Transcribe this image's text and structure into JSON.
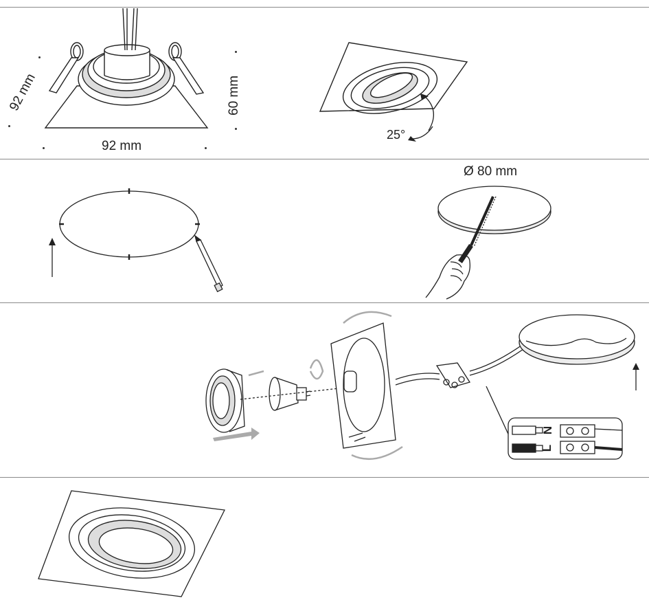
{
  "panel1": {
    "dim_width": "92 mm",
    "dim_depth": "92 mm",
    "dim_height": "60 mm",
    "tilt_angle": "25°"
  },
  "panel2": {
    "cutout_diameter": "Ø 80 mm"
  },
  "panel3": {
    "terminal_n": "N",
    "terminal_l": "L"
  }
}
